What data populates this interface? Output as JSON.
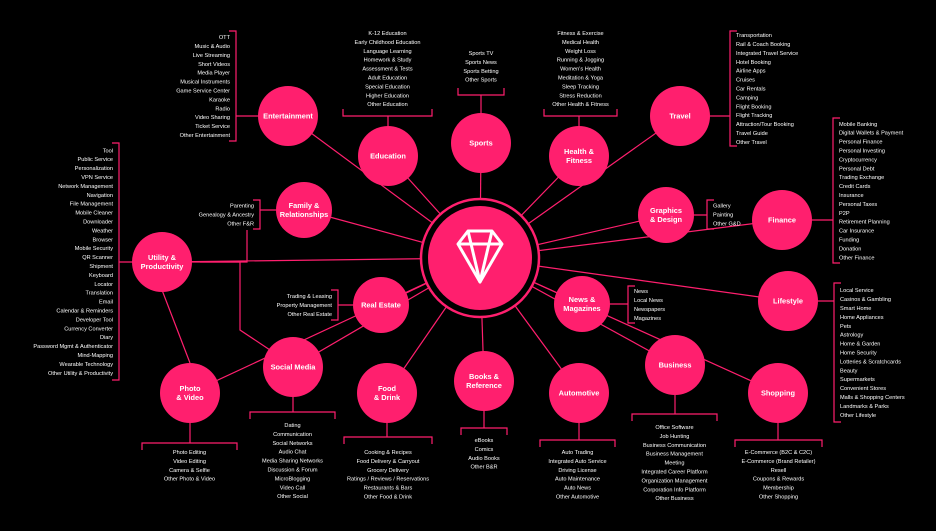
{
  "center": {
    "icon": "diamond-logo-icon"
  },
  "colors": {
    "background": "#000000",
    "accent": "#ff1f6e",
    "text": "#ffffff"
  },
  "categories": [
    {
      "id": "entertainment",
      "label": [
        "Entertainment"
      ],
      "items": [
        "OTT",
        "Music & Audio",
        "Live Streaming",
        "Short Videos",
        "Media Player",
        "Musical Instruments",
        "Game Service Center",
        "Karaoke",
        "Radio",
        "Video Sharing",
        "Ticket Service",
        "Other Entertainment"
      ]
    },
    {
      "id": "education",
      "label": [
        "Education"
      ],
      "items": [
        "K-12 Education",
        "Early Childhood Education",
        "Language Learning",
        "Homework & Study",
        "Assessment & Tests",
        "Adult Education",
        "Special Education",
        "Higher Education",
        "Other Education"
      ]
    },
    {
      "id": "sports",
      "label": [
        "Sports"
      ],
      "items": [
        "Sports TV",
        "Sports News",
        "Sports Betting",
        "Other Sports"
      ]
    },
    {
      "id": "health",
      "label": [
        "Health &",
        "Fitness"
      ],
      "items": [
        "Fitness & Exercise",
        "Medical Health",
        "Weight Loss",
        "Running & Jogging",
        "Women's Health",
        "Meditation & Yoga",
        "Sleep Tracking",
        "Stress Reduction",
        "Other Health & Fitness"
      ]
    },
    {
      "id": "travel",
      "label": [
        "Travel"
      ],
      "items": [
        "Transportation",
        "Rail & Coach Booking",
        "Integrated Travel Service",
        "Hotel Booking",
        "Airline Apps",
        "Cruises",
        "Car Rentals",
        "Camping",
        "Flight Booking",
        "Flight Tracking",
        "Attraction/Tour Booking",
        "Travel Guide",
        "Other Travel"
      ]
    },
    {
      "id": "family",
      "label": [
        "Family &",
        "Relationships"
      ],
      "items": [
        "Parenting",
        "Genealogy & Ancestry",
        "Other F&R"
      ]
    },
    {
      "id": "graphics",
      "label": [
        "Graphics",
        "& Design"
      ],
      "items": [
        "Gallery",
        "Painting",
        "Other G&D"
      ]
    },
    {
      "id": "finance",
      "label": [
        "Finance"
      ],
      "items": [
        "Mobile Banking",
        "Digital Wallets & Payment",
        "Personal Finance",
        "Personal Investing",
        "Cryptocurrency",
        "Personal Debt",
        "Trading Exchange",
        "Credit Cards",
        "Insurance",
        "Personal Taxes",
        "P2P",
        "Retirement Planning",
        "Car Insurance",
        "Funding",
        "Donation",
        "Other Finance"
      ]
    },
    {
      "id": "utility",
      "label": [
        "Utility &",
        "Productivity"
      ],
      "items": [
        "Tool",
        "Public Service",
        "Personalization",
        "VPN Service",
        "Network Management",
        "Navigation",
        "File Management",
        "Mobile Cleaner",
        "Downloader",
        "Weather",
        "Browser",
        "Mobile Security",
        "QR Scanner",
        "Shipment",
        "Keyboard",
        "Locator",
        "Translation",
        "Email",
        "Calendar & Reminders",
        "Developer Tool",
        "Currency Converter",
        "Diary",
        "Password Mgmt & Authenticator",
        "Mind-Mapping",
        "Wearable Technology",
        "Other Utility & Productivity"
      ]
    },
    {
      "id": "realestate",
      "label": [
        "Real Estate"
      ],
      "items": [
        "Trading & Leasing",
        "Property Management",
        "Other Real Estate"
      ]
    },
    {
      "id": "news",
      "label": [
        "News &",
        "Magazines"
      ],
      "items": [
        "News",
        "Local News",
        "Newspapers",
        "Magazines"
      ]
    },
    {
      "id": "lifestyle",
      "label": [
        "Lifestyle"
      ],
      "items": [
        "Local Service",
        "Casinos & Gambling",
        "Smart Home",
        "Home Appliances",
        "Pets",
        "Astrology",
        "Home & Garden",
        "Home Security",
        "Lotteries & Scratchcards",
        "Beauty",
        "Supermarkets",
        "Convenient Stores",
        "Malls & Shopping Centers",
        "Landmarks & Parks",
        "Other Lifestyle"
      ]
    },
    {
      "id": "social",
      "label": [
        "Social Media"
      ],
      "items": [
        "Dating",
        "Communication",
        "Social Networks",
        "Audio Chat",
        "Media Sharing Networks",
        "Discussion & Forum",
        "MicroBlogging",
        "Video Call",
        "Other Social"
      ]
    },
    {
      "id": "photo",
      "label": [
        "Photo",
        "& Video"
      ],
      "items": [
        "Photo Editing",
        "Video Editing",
        "Camera & Selfie",
        "Other Photo & Video"
      ]
    },
    {
      "id": "food",
      "label": [
        "Food",
        "& Drink"
      ],
      "items": [
        "Cooking & Recipes",
        "Food Delivery & Carryout",
        "Grocery Delivery",
        "Ratings / Reviews / Reservations",
        "Restaurants & Bars",
        "Other Food & Drink"
      ]
    },
    {
      "id": "books",
      "label": [
        "Books &",
        "Reference"
      ],
      "items": [
        "eBooks",
        "Comics",
        "Audio Books",
        "Other B&R"
      ]
    },
    {
      "id": "automotive",
      "label": [
        "Automotive"
      ],
      "items": [
        "Auto Trading",
        "Integrated Auto Service",
        "Driving License",
        "Auto Maintenance",
        "Auto News",
        "Other Automotive"
      ]
    },
    {
      "id": "business",
      "label": [
        "Business"
      ],
      "items": [
        "Office Software",
        "Job Hunting",
        "Business Communication",
        "Business Management",
        "Meeting",
        "Integrated Career Platform",
        "Organization Management",
        "Corporation Info Platform",
        "Other Business"
      ]
    },
    {
      "id": "shopping",
      "label": [
        "Shopping"
      ],
      "items": [
        "E-Commerce (B2C & C2C)",
        "E-Commerce (Brand Retailer)",
        "Resell",
        "Coupons & Rewards",
        "Membership",
        "Other Shopping"
      ]
    }
  ]
}
